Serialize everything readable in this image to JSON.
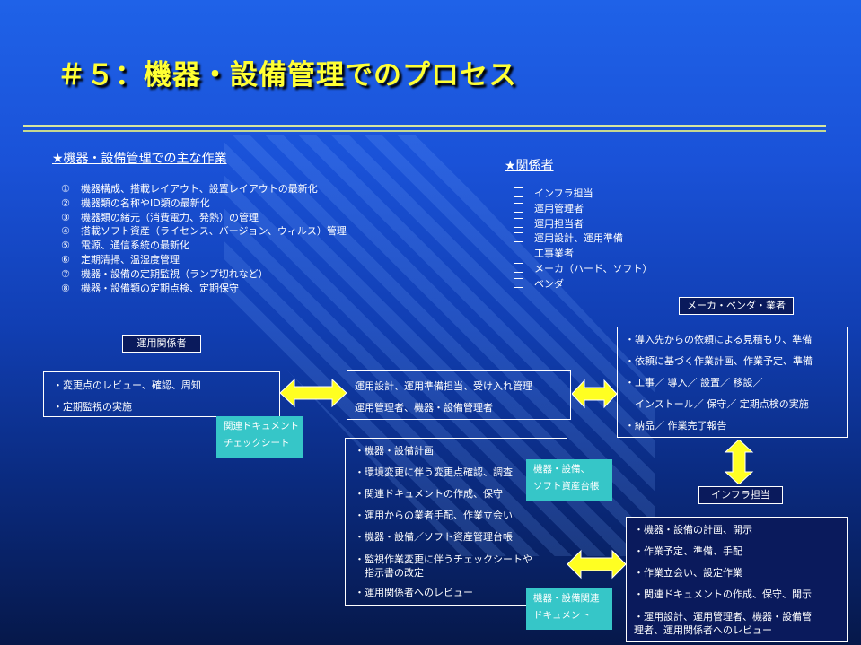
{
  "title": "＃５：機器・設備管理でのプロセス",
  "tasks": {
    "heading": "★機器・設備管理での主な作業",
    "items": [
      {
        "num": "①",
        "text": "機器構成、搭載レイアウト、設置レイアウトの最新化"
      },
      {
        "num": "②",
        "text": "機器類の名称やID類の最新化"
      },
      {
        "num": "③",
        "text": "機器類の緒元（消費電力、発熱）の管理"
      },
      {
        "num": "④",
        "text": "搭載ソフト資産（ライセンス、バージョン、ウィルス）管理"
      },
      {
        "num": "⑤",
        "text": "電源、通信系統の最新化"
      },
      {
        "num": "⑥",
        "text": "定期清掃、温湿度管理"
      },
      {
        "num": "⑦",
        "text": "機器・設備の定期監視（ランプ切れなど）"
      },
      {
        "num": "⑧",
        "text": "機器・設備類の定期点検、定期保守"
      }
    ]
  },
  "stakeholders": {
    "heading": "★関係者",
    "items": [
      "インフラ担当",
      "運用管理者",
      "運用担当者",
      "運用設計、運用準備",
      "工事業者",
      "メーカ（ハード、ソフト）",
      "ベンダ"
    ]
  },
  "labels": {
    "ops_related": "運用関係者",
    "vendor": "メーカ・ベンダ・業者",
    "infra": "インフラ担当"
  },
  "ops_box": [
    "・変更点のレビュー、確認、周知",
    "・定期監視の実施"
  ],
  "center_box": [
    "運用設計、運用準備担当、受け入れ管理",
    "運用管理者、機器・設備管理者"
  ],
  "vendor_box": [
    "・導入先からの依頼による見積もり、準備",
    "・依頼に基づく作業計画、作業予定、準備",
    "・工事／ 導入／ 設置／ 移設／",
    "　インストール／ 保守／ 定期点検の実施",
    "・納品／ 作業完了報告"
  ],
  "mgmt_box": [
    "・機器・設備計画",
    "・環境変更に伴う変更点確認、調査",
    "・関連ドキュメントの作成、保守",
    "・運用からの業者手配、作業立会い",
    "・機器・設備／ソフト資産管理台帳",
    "・監視作業変更に伴うチェックシートや",
    "　指示書の改定",
    "・運用関係者へのレビュー"
  ],
  "infra_box": [
    "・機器・設備の計画、開示",
    "・作業予定、準備、手配",
    "・作業立会い、設定作業",
    "・関連ドキュメントの作成、保守、開示",
    "・運用設計、運用管理者、機器・設備管",
    "理者、運用関係者へのレビュー"
  ],
  "notes": {
    "doc_check": [
      "関連ドキュメント",
      "チェックシート"
    ],
    "ledger": [
      "機器・設備、",
      "ソフト資産台帳"
    ],
    "related_docs": [
      "機器・設備関連",
      "ドキュメント"
    ]
  },
  "colors": {
    "title": "#ffff33",
    "arrow": "#ffff22",
    "note": "#36c6c8"
  }
}
